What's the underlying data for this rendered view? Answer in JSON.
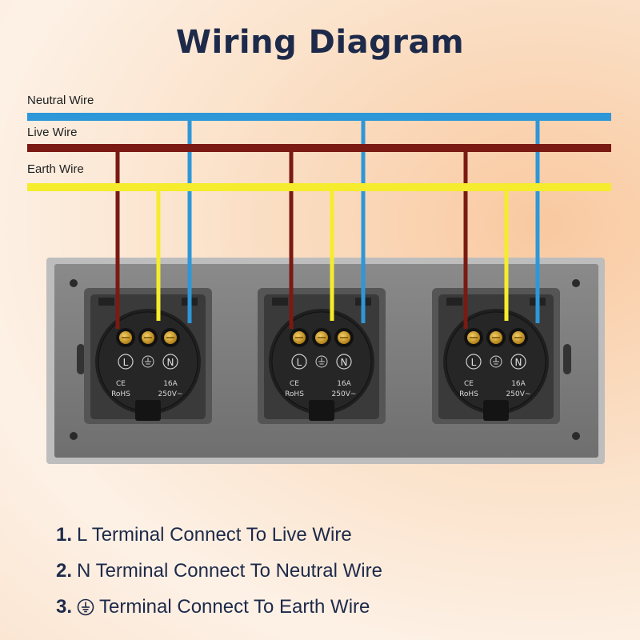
{
  "title": "Wiring Diagram",
  "wires": [
    {
      "label": "Neutral Wire",
      "color": "#2e97d8"
    },
    {
      "label": "Live Wire",
      "color": "#7a1a12"
    },
    {
      "label": "Earth Wire",
      "color": "#f4ec2c"
    }
  ],
  "socket": {
    "terminals": [
      "L",
      "N"
    ],
    "marks": [
      "CE",
      "RoHS",
      "16A",
      "250V~"
    ]
  },
  "steps": [
    {
      "num": "1.",
      "text": "L Terminal Connect To Live Wire"
    },
    {
      "num": "2.",
      "text": "N Terminal Connect To Neutral Wire"
    },
    {
      "num": "3.",
      "text": "Terminal Connect To Earth Wire",
      "icon": "earth-ground-icon"
    }
  ]
}
